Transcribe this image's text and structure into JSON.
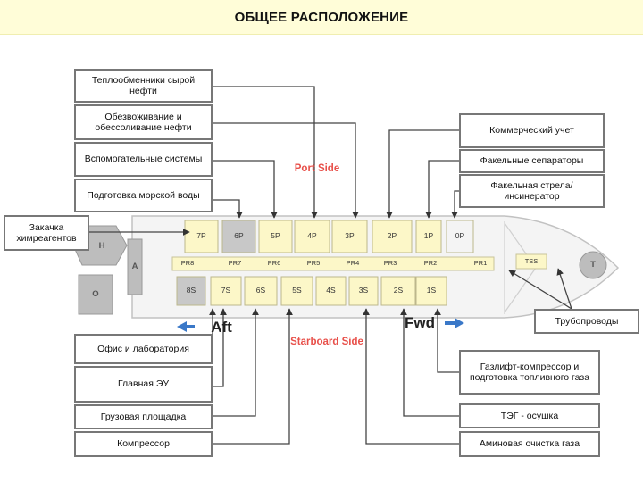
{
  "title": "ОБЩЕЕ РАСПОЛОЖЕНИЕ",
  "left_boxes": {
    "heat_exchangers": "Теплообменники сырой нефти",
    "dehydration": "Обезвоживание и обессоливание нефти",
    "aux_systems": "Вспомогательные системы",
    "seawater": "Подготовка морской воды",
    "chem_injection": "Закачка химреагентов",
    "office_lab": "Офис и лаборатория",
    "main_power": "Главная ЭУ",
    "cargo_deck": "Грузовая площадка",
    "compressor": "Компрессор"
  },
  "right_boxes": {
    "metering": "Коммерческий учет",
    "flare_separators": "Факельные сепараторы",
    "flare_boom": "Факельная стрела/инсинератор",
    "piping": "Трубопроводы",
    "gas_lift": "Газлифт-компрессор и подготовка топливного газа",
    "teg": "ТЭГ - осушка",
    "amine": "Аминовая очистка газа"
  },
  "labels": {
    "port_side": "Port Side",
    "starboard_side": "Starboard Side",
    "aft": "Aft",
    "fwd": "Fwd",
    "h": "H",
    "a": "A",
    "o": "O",
    "t": "T",
    "tss": "TSS"
  },
  "port_tanks": [
    "7P",
    "6P",
    "5P",
    "4P",
    "3P",
    "2P",
    "1P",
    "0P"
  ],
  "starboard_tanks": [
    "8S",
    "7S",
    "6S",
    "5S",
    "4S",
    "3S",
    "2S",
    "1S"
  ],
  "pipe_racks": [
    "PR8",
    "PR7",
    "PR6",
    "PR5",
    "PR4",
    "PR3",
    "PR2",
    "PR1"
  ],
  "colors": {
    "title_band": "#fffdd8",
    "tank_yellow": "#fcf7c8",
    "module_grey": "#c8c8c8",
    "side_label": "#e8504a",
    "arrow_blue": "#3a78c8"
  }
}
